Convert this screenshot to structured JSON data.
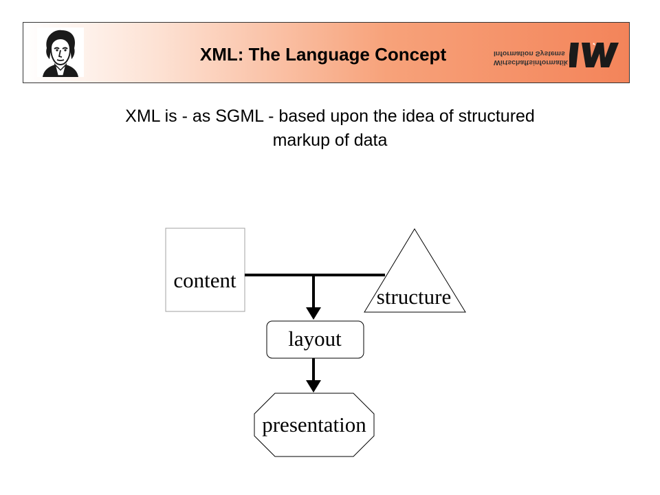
{
  "slide": {
    "title": "XML: The Language Concept",
    "subtitle_lines": [
      "XML is - as SGML - based upon the idea of structured",
      "markup of data"
    ]
  },
  "logo": {
    "wordmark_lines": [
      "Wirtschaftsinformatik",
      "Information Systems",
      ""
    ],
    "mark_text": "IWI",
    "portrait": "goethe-portrait-icon"
  },
  "colors": {
    "header_gradient_end": "#f3845a",
    "header_gradient_mid": "#f7a27a"
  },
  "diagram": {
    "nodes": {
      "content": "content",
      "structure": "structure",
      "layout": "layout",
      "presentation": "presentation"
    },
    "edges": [
      {
        "from": "content",
        "to": "structure",
        "type": "line"
      },
      {
        "from": "content-structure-link",
        "to": "layout",
        "type": "arrow"
      },
      {
        "from": "layout",
        "to": "presentation",
        "type": "arrow"
      }
    ]
  }
}
